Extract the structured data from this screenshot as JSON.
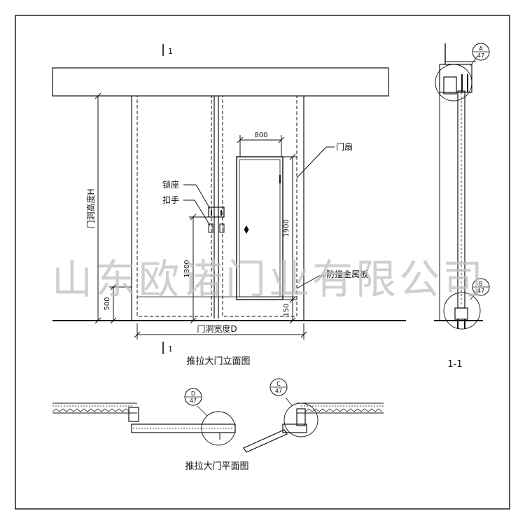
{
  "labels": {
    "section_marker": "1",
    "door_leaf": "门扇",
    "lock_seat": "锁座",
    "handle": "扣手",
    "opening_height": "门洞高度H",
    "opening_width": "门洞宽度D",
    "anti_collision_plate": "防撞金属板",
    "dim_800": "800",
    "dim_1900": "1900",
    "dim_1300": "1300",
    "dim_500": "500",
    "dim_150": "150",
    "elevation_title": "推拉大门立面图",
    "plan_title": "推拉大门平面图",
    "section_title": "1-1"
  },
  "callouts": {
    "A": {
      "letter": "A",
      "sheet": "47"
    },
    "B": {
      "letter": "B",
      "sheet": "47"
    },
    "C": {
      "letter": "C",
      "sheet": "47"
    },
    "D": {
      "letter": "D",
      "sheet": "47"
    }
  },
  "watermark": "山东欧诺门业有限公司",
  "colors": {
    "line": "#111111",
    "watermark": "#bfbfbf"
  }
}
